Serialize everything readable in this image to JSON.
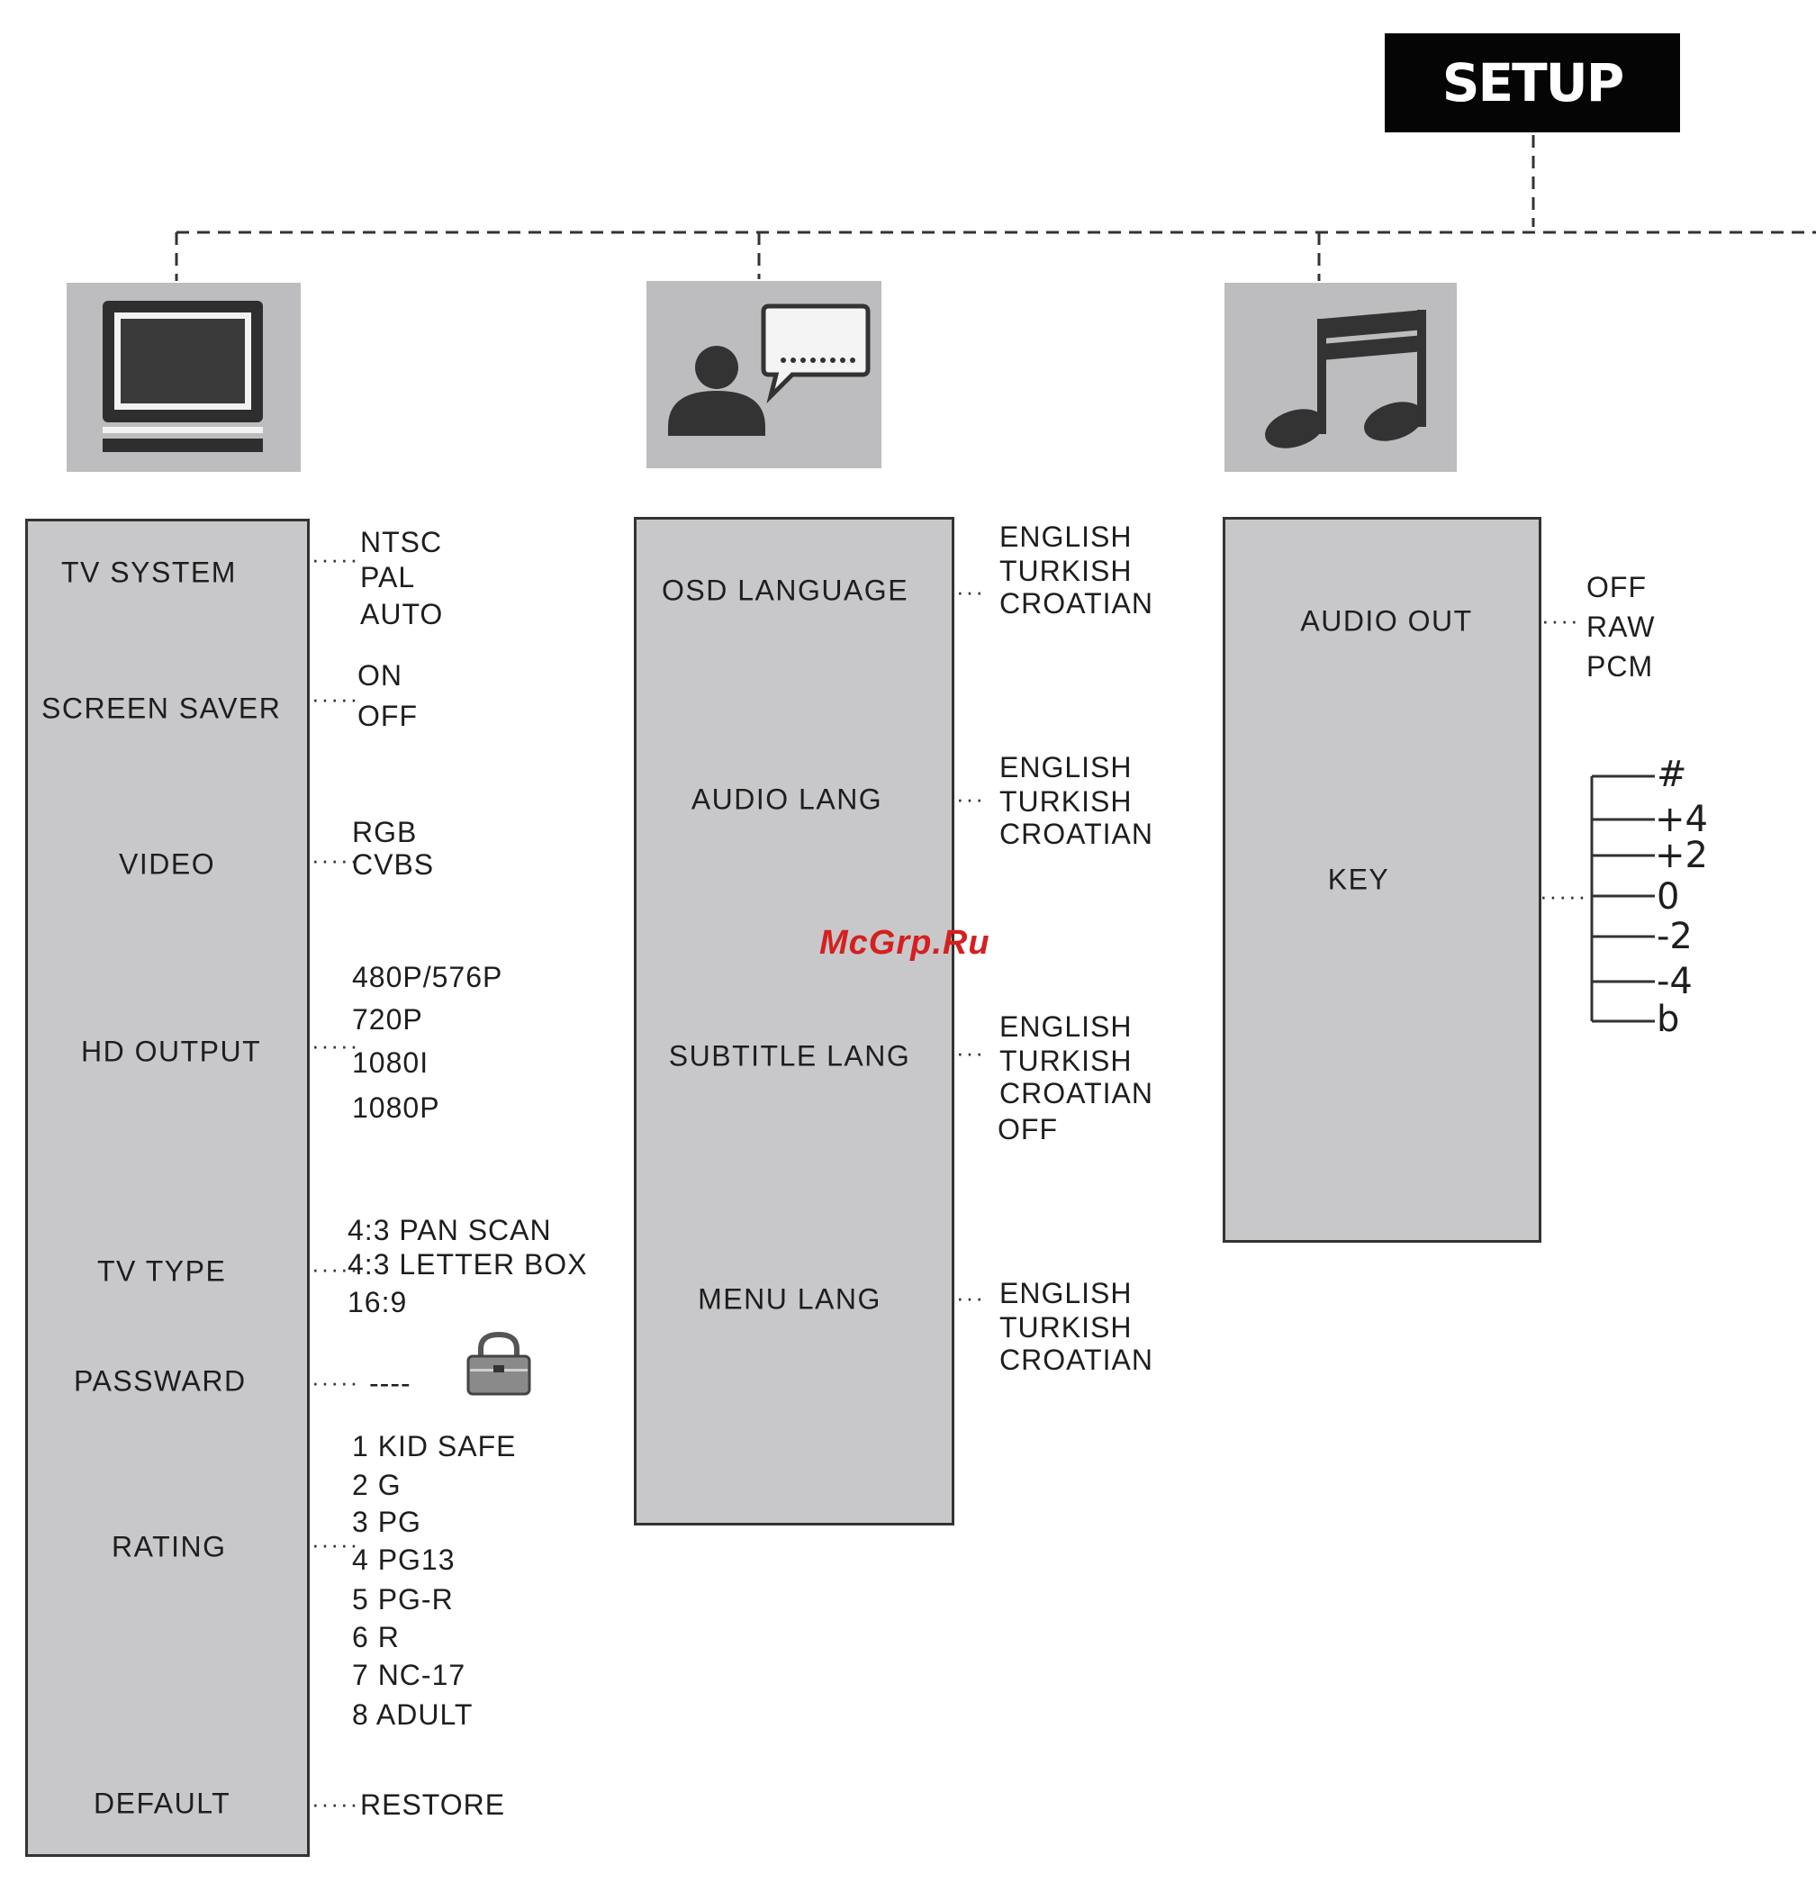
{
  "root": {
    "label": "SETUP"
  },
  "video_menu": {
    "icon": "tv-monitor-icon",
    "items": {
      "tv_system": {
        "label": "TV   SYSTEM",
        "options": [
          "NTSC",
          "PAL",
          "AUTO"
        ]
      },
      "screen_saver": {
        "label": "SCREEN   SAVER",
        "options": [
          "ON",
          "OFF"
        ]
      },
      "video": {
        "label": "VIDEO",
        "options": [
          "RGB",
          "CVBS"
        ]
      },
      "hd_output": {
        "label": "HD OUTPUT",
        "options": [
          "480P/576P",
          "720P",
          "1080I",
          "1080P"
        ]
      },
      "tv_type": {
        "label": "TV  TYPE",
        "options": [
          "4:3 PAN SCAN",
          "4:3 LETTER BOX",
          "16:9"
        ]
      },
      "password": {
        "label": "PASSWARD",
        "value": "----",
        "icon": "padlock-icon"
      },
      "rating": {
        "label": "RATING",
        "options": [
          "1 KID SAFE",
          "2 G",
          "3 PG",
          "4 PG13",
          "5 PG-R",
          "6 R",
          "7 NC-17",
          "8 ADULT"
        ]
      },
      "default": {
        "label": "DEFAULT",
        "options": [
          "RESTORE"
        ]
      }
    }
  },
  "language_menu": {
    "icon": "speech-bubble-person-icon",
    "items": {
      "osd_language": {
        "label": "OSD LANGUAGE",
        "options": [
          "ENGLISH",
          "TURKISH",
          "CROATIAN"
        ]
      },
      "audio_lang": {
        "label": "AUDIO LANG",
        "options": [
          "ENGLISH",
          "TURKISH",
          "CROATIAN"
        ]
      },
      "subtitle_lang": {
        "label": "SUBTITLE LANG",
        "options": [
          "ENGLISH",
          "TURKISH",
          "CROATIAN",
          "OFF"
        ]
      },
      "menu_lang": {
        "label": "MENU LANG",
        "options": [
          "ENGLISH",
          "TURKISH",
          "CROATIAN"
        ]
      }
    }
  },
  "audio_menu": {
    "icon": "music-note-icon",
    "items": {
      "audio_out": {
        "label": "AUDIO OUT",
        "options": [
          "OFF",
          "RAW",
          "PCM"
        ]
      },
      "key": {
        "label": "KEY",
        "options": [
          "#",
          "+4",
          "+2",
          "0",
          "-2",
          "-4",
          "b"
        ]
      }
    }
  },
  "watermark": {
    "text": "McGrp.Ru"
  }
}
